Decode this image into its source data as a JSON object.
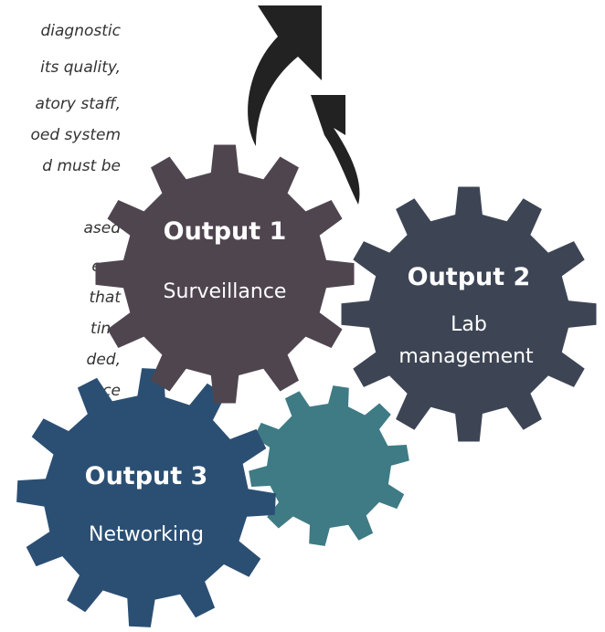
{
  "text_fragments": [
    "diagnostic",
    "its quality,",
    "atory staff,",
    "oed system",
    "d must be",
    "ased",
    "e, a",
    "that",
    "ting",
    "ded,",
    "ance"
  ],
  "gears": [
    {
      "title": "Output 1",
      "subtitle": [
        "Surveillance"
      ],
      "color": "#4f454f"
    },
    {
      "title": "Output 2",
      "subtitle": [
        "Lab",
        "management"
      ],
      "color": "#3d4555"
    },
    {
      "title": "Output 3",
      "subtitle": [
        "Networking"
      ],
      "color": "#2b4f73"
    },
    {
      "title": "",
      "subtitle": [],
      "color": "#3e7b85"
    }
  ],
  "arrows": {
    "color": "#222222",
    "icons": [
      "curved-arrow-large-icon",
      "curved-arrow-small-icon"
    ]
  }
}
